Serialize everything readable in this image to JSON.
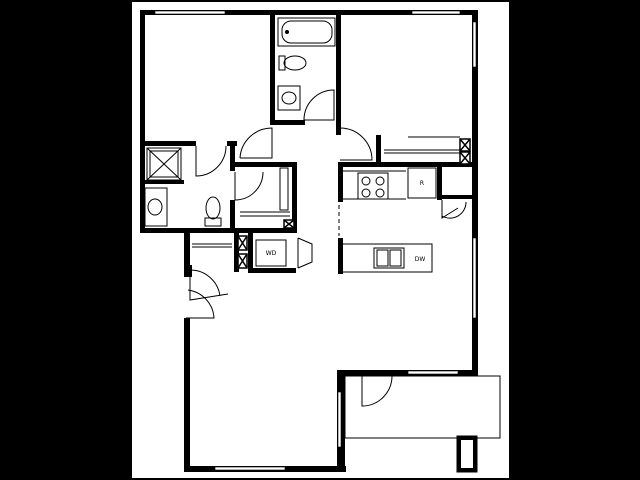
{
  "plan": {
    "appliance_labels": {
      "washer_dryer": "WD",
      "refrigerator": "R",
      "dishwasher": "DW"
    }
  }
}
